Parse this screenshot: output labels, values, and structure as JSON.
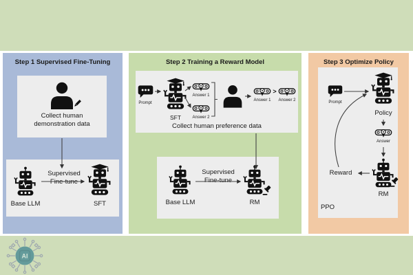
{
  "colors": {
    "canvas_green": "#cfddb9",
    "step1_bg": "#a9bad8",
    "step2_bg": "#c7dcab",
    "step3_bg": "#f2c9a4",
    "inner_box": "#ededed",
    "ink": "#1a1a1a",
    "logo_teal": "#38808f",
    "logo_trace": "#8d95ac"
  },
  "step1": {
    "title": "Step 1 Supervised Fine-Tuning",
    "collect_caption": "Collect human\ndemonstration data",
    "base_label": "Base LLM",
    "arrow_label": "Supervised\nFine-tune",
    "result_label": "SFT"
  },
  "step2": {
    "title": "Step 2 Training a Reward Model",
    "prompt_label": "Prompt",
    "sft_label": "SFT",
    "answer1_label": "Answer 1",
    "answer2_label": "Answer 2",
    "picked_answer1_label": "Answer 1",
    "picked_answer2_label": "Answer 2",
    "comparator": ">",
    "collect_caption": "Collect human preference data",
    "base_label": "Base LLM",
    "arrow_label": "Supervised\nFine-tune",
    "result_label": "RM"
  },
  "step3": {
    "title": "Step 3 Optimize Policy",
    "prompt_label": "Prompt",
    "policy_label": "Policy",
    "answer_label": "Answer",
    "rm_label": "RM",
    "reward_label": "Reward",
    "ppo_label": "PPO"
  },
  "logo": {
    "text": "AI"
  }
}
